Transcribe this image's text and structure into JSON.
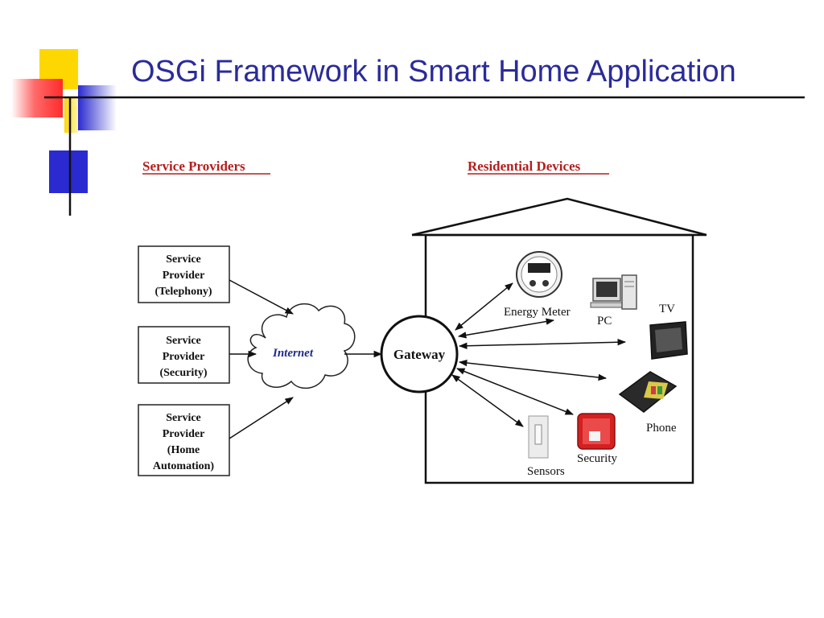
{
  "slide": {
    "title": "OSGi Framework in Smart Home Application"
  },
  "diagram": {
    "left_header": "Service Providers",
    "right_header": "Residential Devices",
    "providers": [
      {
        "lines": [
          "Service",
          "Provider",
          "(Telephony)"
        ]
      },
      {
        "lines": [
          "Service",
          "Provider",
          "(Security)"
        ]
      },
      {
        "lines": [
          "Service",
          "Provider",
          "(Home",
          "Automation)"
        ]
      }
    ],
    "internet_label": "Internet",
    "gateway_label": "Gateway",
    "devices": {
      "energy_meter": "Energy Meter",
      "pc": "PC",
      "tv": "TV",
      "phone": "Phone",
      "security": "Security",
      "sensors": "Sensors"
    }
  },
  "colors": {
    "title": "#2b2b9a",
    "header_red": "#b41e1e",
    "deco_yellow": "#ffd700",
    "deco_blue": "#2a2ad0",
    "deco_red": "#ff3030"
  }
}
